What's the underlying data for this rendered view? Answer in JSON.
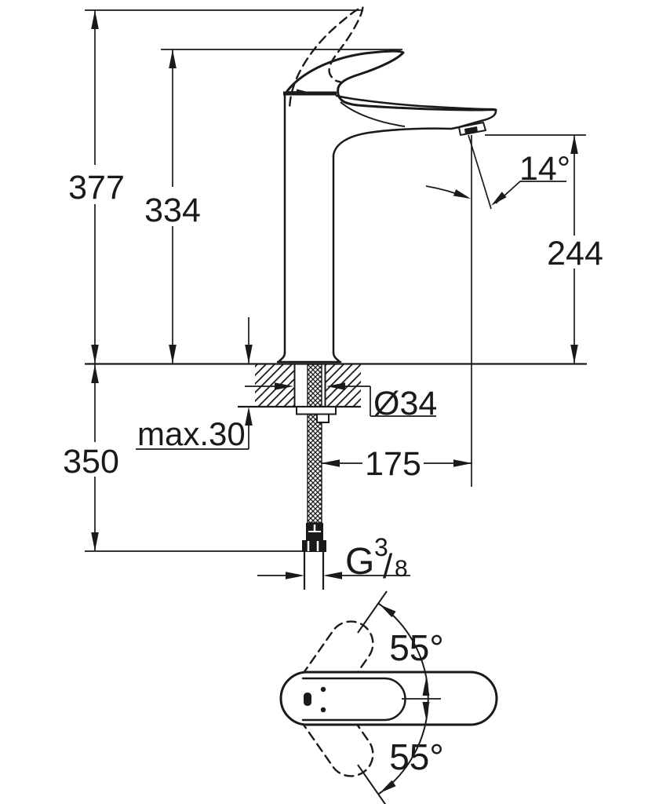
{
  "title": "Single-lever basin mixer technical dimension drawing",
  "colors": {
    "ink": "#1a1a1a",
    "bg": "#ffffff"
  },
  "dims": {
    "overall_height": "377",
    "height_to_spout": "334",
    "spray_angle": "14°",
    "outlet_to_deck": "244",
    "shank_diameter": "Ø34",
    "max_deck_thickness": "max.30",
    "hose_length": "350",
    "spout_reach": "175",
    "thread_prefix": "G",
    "thread_numerator": "3",
    "thread_slash": "/",
    "thread_denominator": "8",
    "swivel_angle_upper": "55°",
    "swivel_angle_lower": "55°"
  }
}
